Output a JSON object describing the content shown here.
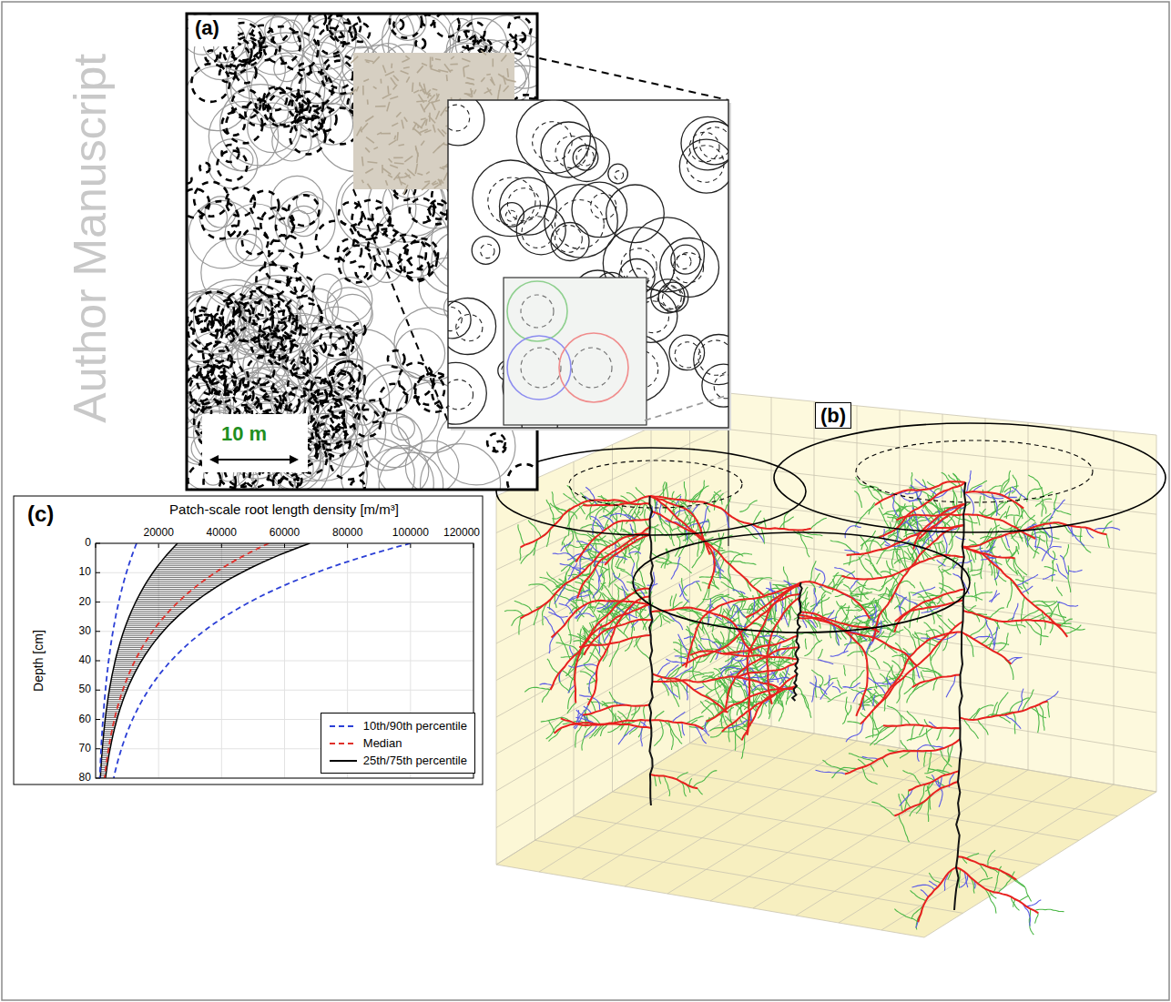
{
  "diagram": {
    "nodes": [
      {
        "text": [
          "(a)"
        ]
      },
      {
        "text": [
          "(b)"
        ]
      },
      {
        "text": [
          "(c)"
        ]
      }
    ],
    "labels": [
      "Author Manuscript",
      "10 m",
      "Patch-scale root length density [m/m³]",
      "20000",
      "40000",
      "60000",
      "80000",
      "100000",
      "120000",
      "0",
      "10",
      "20",
      "30",
      "40",
      "50",
      "60",
      "70",
      "80",
      "Depth [cm]"
    ],
    "legend": [
      {
        "text": "10th/90th percentile"
      },
      {
        "text": "Median"
      },
      {
        "text": "25th/75th percentile"
      }
    ]
  }
}
